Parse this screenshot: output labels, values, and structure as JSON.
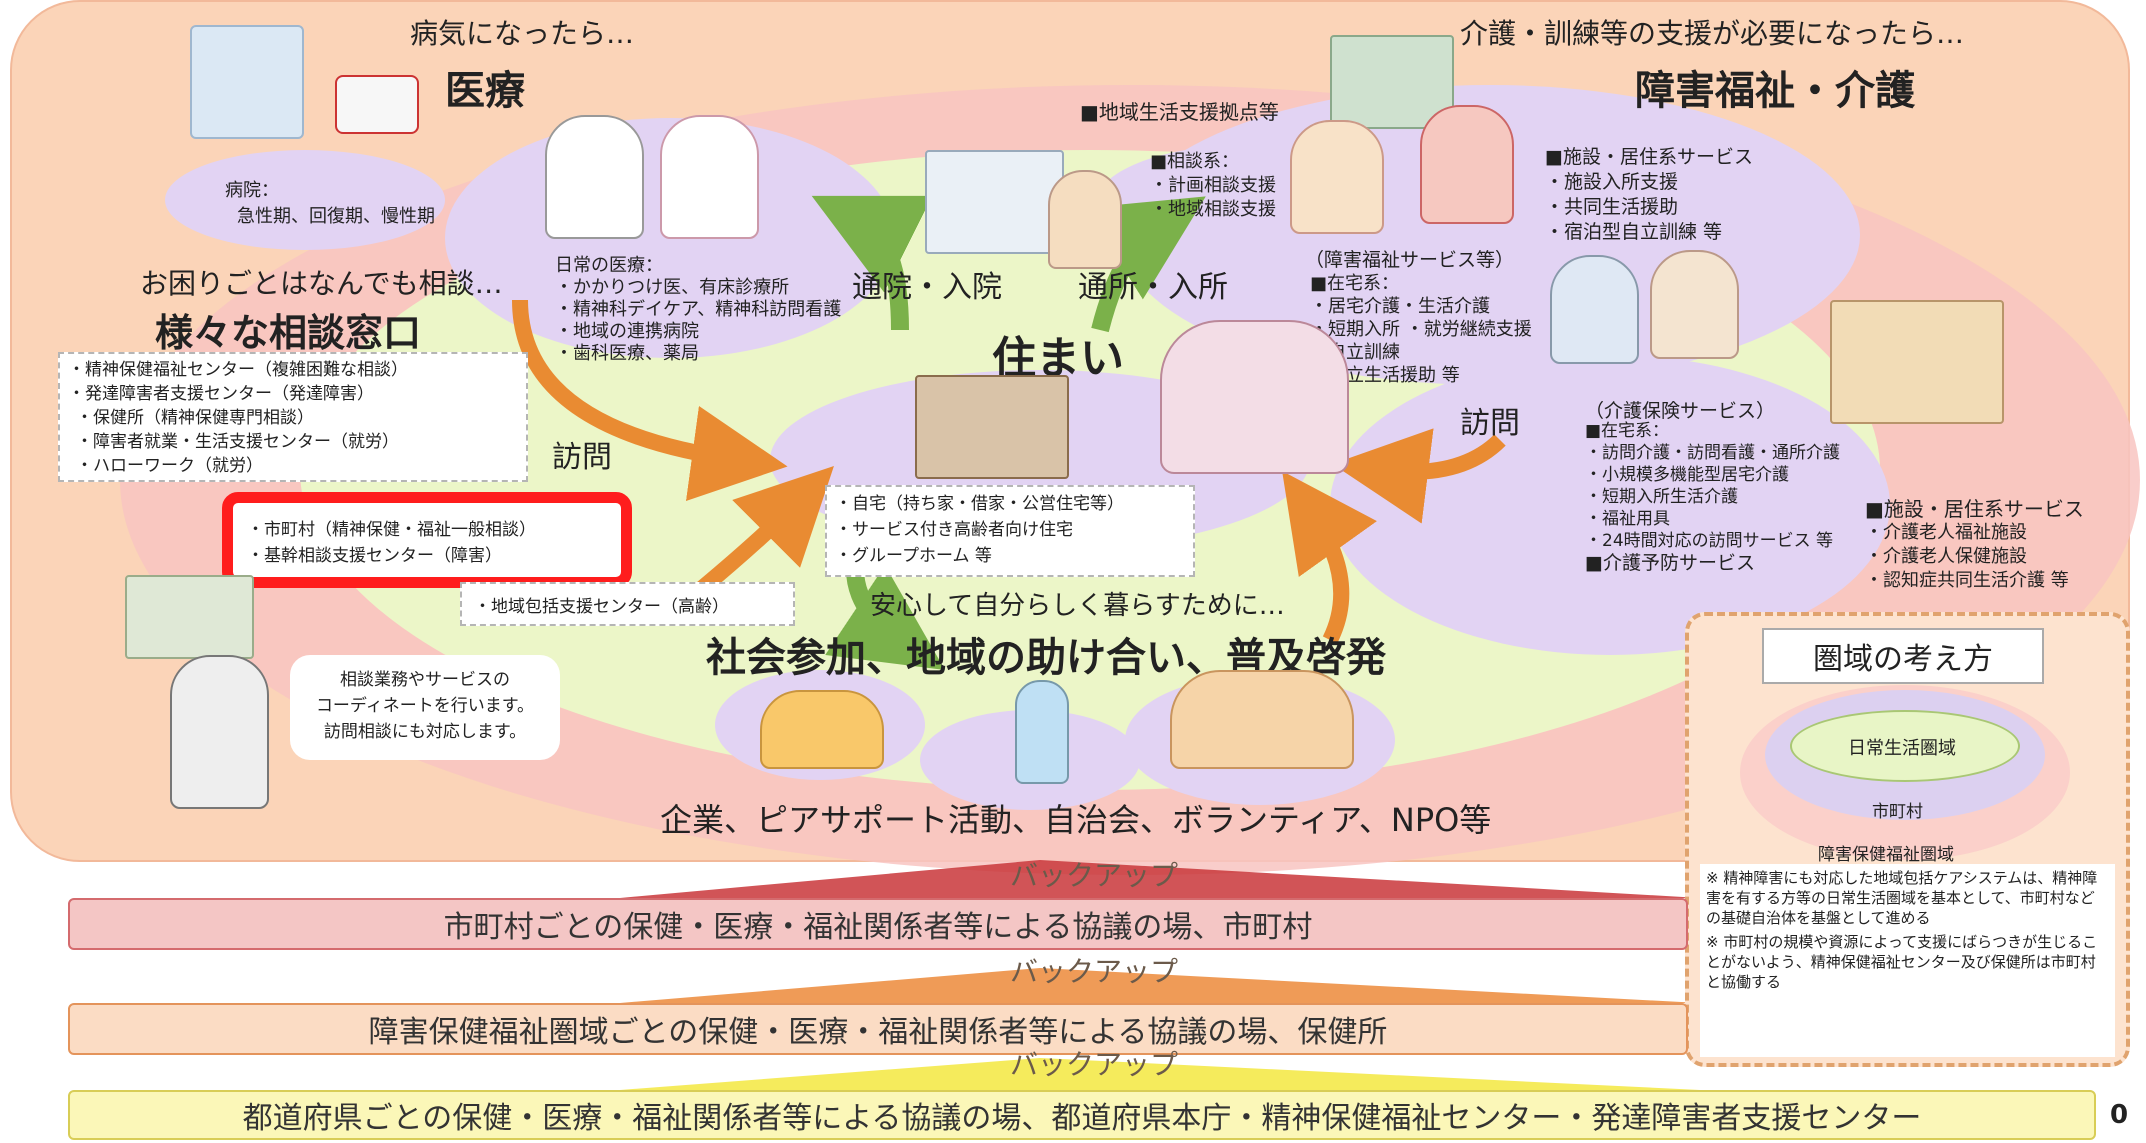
{
  "colors": {
    "panel": "#fbd4b8",
    "outer_ellipse": "#f8c4c1",
    "inner_ellipse": "#ecf6c8",
    "lavender": "#e2d3f3",
    "accent_red": "#ff1d1d",
    "arrow_green": "#7bb14a",
    "arrow_orange": "#e98b32"
  },
  "medical": {
    "caption": "病気になったら…",
    "title": "医療",
    "hospital": [
      "病院：",
      "急性期、回復期、慢性期"
    ],
    "daily": [
      "日常の医療：",
      "・かかりつけ医、有床診療所",
      "・精神科デイケア、精神科訪問看護",
      "・地域の連携病院",
      "・歯科医療、薬局"
    ]
  },
  "welfare": {
    "caption": "介護・訓練等の支援が必要になったら…",
    "title": "障害福祉・介護",
    "base_title": "■地域生活支援拠点等",
    "consult": [
      "■相談系：",
      "・計画相談支援",
      "・地域相談支援"
    ],
    "facility": [
      "■施設・居住系サービス",
      "・施設入所支援",
      "・共同生活援助",
      "・宿泊型自立訓練 等"
    ],
    "disability_label": "（障害福祉サービス等）",
    "home": [
      "■在宅系：",
      "・居宅介護・生活介護",
      "・短期入所 ・就労継続支援",
      "・自立訓練",
      "・自立生活援助 等"
    ],
    "care_label": "（介護保険サービス）",
    "care_home": [
      "■在宅系：",
      "・訪問介護・訪問看護・通所介護",
      "・小規模多機能型居宅介護",
      "・短期入所生活介護",
      "・福祉用具",
      "・24時間対応の訪問サービス 等",
      "■介護予防サービス"
    ],
    "care_facility": [
      "■施設・居住系サービス",
      "・介護老人福祉施設",
      "・介護老人保健施設",
      "・認知症共同生活介護 等"
    ]
  },
  "consult": {
    "caption": "お困りごとはなんでも相談…",
    "title": "様々な相談窓口",
    "list": [
      "・精神保健福祉センター（複雑困難な相談）",
      "・発達障害者支援センター（発達障害）",
      "・保健所（精神保健専門相談）",
      "・障害者就業・生活支援センター（就労）",
      "・ハローワーク（就労）"
    ],
    "highlight": [
      "・市町村（精神保健・福祉一般相談）",
      "・基幹相談支援センター（障害）"
    ],
    "comprehensive": "・地域包括支援センター（高齢）",
    "bubble": [
      "相談業務やサービスの",
      "コーディネートを行います。",
      "訪問相談にも対応します。"
    ]
  },
  "housing": {
    "title": "住まい",
    "list": [
      "・自宅（持ち家・借家・公営住宅等）",
      "・サービス付き高齢者向け住宅",
      "・グループホーム 等"
    ]
  },
  "arrows": {
    "visit_left": "訪問",
    "visit_right": "訪問",
    "hospital": "通院・入院",
    "facility": "通所・入所"
  },
  "community": {
    "caption": "安心して自分らしく暮らすために…",
    "title": "社会参加、地域の助け合い、普及啓発",
    "members": "企業、ピアサポート活動、自治会、ボランティア、NPO等"
  },
  "zone": {
    "title": "圏域の考え方",
    "inner": "日常生活圏域",
    "middle": "市町村",
    "outer": "障害保健福祉圏域",
    "note1": "※ 精神障害にも対応した地域包括ケアシステムは、精神障害を有する方等の日常生活圏域を基本として、市町村などの基礎自治体を基盤として進める",
    "note2": "※ 市町村の規模や資源によって支援にばらつきが生じることがないよう、精神保健福祉センター及び保健所は市町村と協働する"
  },
  "backup": {
    "label": "バックアップ",
    "tier1": "市町村ごとの保健・医療・福祉関係者等による協議の場、市町村",
    "tier2": "障害保健福祉圏域ごとの保健・医療・福祉関係者等による協議の場、保健所",
    "tier3": "都道府県ごとの保健・医療・福祉関係者等による協議の場、都道府県本庁・精神保健福祉センター・発達障害者支援センター"
  },
  "page_number": "0"
}
